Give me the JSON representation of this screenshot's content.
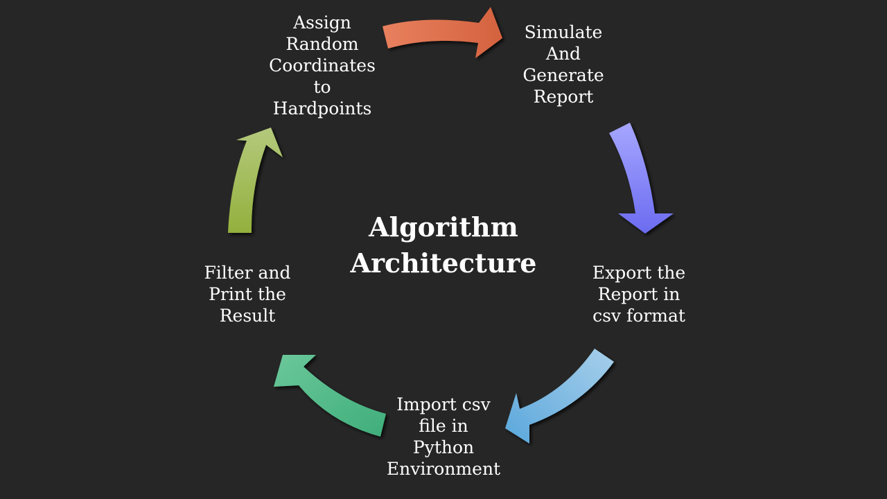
{
  "title": {
    "lines": [
      "Algorithm",
      "Architecture"
    ]
  },
  "steps": [
    {
      "lines": [
        "Assign",
        "Random",
        "Coordinates",
        "to",
        "Hardpoints"
      ]
    },
    {
      "lines": [
        "Simulate",
        "And",
        "Generate",
        "Report"
      ]
    },
    {
      "lines": [
        "Export the",
        "Report in",
        "csv format"
      ]
    },
    {
      "lines": [
        "Import csv",
        "file in",
        "Python",
        "Environment"
      ]
    },
    {
      "lines": [
        "Filter and",
        "Print the",
        "Result"
      ]
    }
  ],
  "arrow_colors": {
    "orange": [
      "#e8805e",
      "#d4623f"
    ],
    "purple": [
      "#a6a6ff",
      "#6b6bf0"
    ],
    "blue": [
      "#a7cfea",
      "#5aa7dc"
    ],
    "green": [
      "#6bc79a",
      "#3fae7b"
    ],
    "olive": [
      "#b4c97c",
      "#93b03d"
    ]
  }
}
